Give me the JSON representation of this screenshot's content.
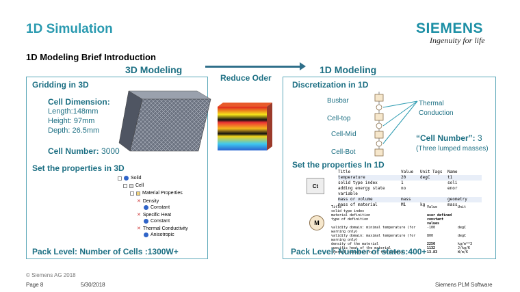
{
  "header": {
    "title": "1D Simulation",
    "brand": "SIEMENS",
    "tagline": "Ingenuity for life",
    "subtitle": "1D Modeling Brief Introduction"
  },
  "arrow": {
    "left_label": "3D Modeling",
    "center_label": "Reduce Oder",
    "right_label": "1D Modeling"
  },
  "left_panel": {
    "heading": "Gridding in 3D",
    "cell_dimension_label": "Cell Dimension",
    "length": "Length:148mm",
    "height": "Height: 97mm",
    "depth": "Depth:  26.5mm",
    "cell_number_label": "Cell Number:",
    "cell_number_value": "3000",
    "properties_heading": "Set the properties in 3D",
    "tree": [
      "Solid",
      "Cell",
      "Material Properties",
      "Density",
      "Constant",
      "Specific Heat",
      "Constant",
      "Thermal Conductivity",
      "Anisotropic"
    ],
    "pack_level": "Pack Level: Number of Cells :1300W+"
  },
  "right_panel": {
    "heading": "Discretization in 1D",
    "labels": [
      "Busbar",
      "Cell-top",
      "Cell-Mid",
      "Cell-Bot"
    ],
    "thermal_1": "Thermal",
    "thermal_2": "Conduction",
    "cell_number_label": "“Cell Number”:",
    "cell_number_value": "3",
    "lumped": "(Three lumped masses)",
    "properties_heading": "Set the properties In 1D",
    "table_head": [
      "Title",
      "Value",
      "Unit",
      "Tags",
      "Name"
    ],
    "table_rows": [
      [
        "temperature",
        "20",
        "degC",
        "",
        "t1"
      ],
      [
        "solid type index",
        "1",
        "",
        "",
        "soli"
      ],
      [
        "adding energy state variable",
        "no",
        "",
        "",
        "enor"
      ],
      [
        "mass or volume",
        "mass",
        "",
        "",
        "geometry"
      ],
      [
        "mass of material",
        "M1",
        "kg",
        "",
        "mass"
      ]
    ],
    "table2_head": [
      "Title",
      "Value",
      "Unit"
    ],
    "table2_rows": [
      [
        "solid type index",
        "",
        ""
      ],
      [
        "material definition",
        "user defined",
        ""
      ],
      [
        "type of definition",
        "constant values",
        ""
      ],
      [
        "validity domain: minimal temperature (for warning only)",
        "-100",
        "degC"
      ],
      [
        "validity domain: maximal temperature (for warning only)",
        "800",
        "degC"
      ],
      [
        "density of the material",
        "2250",
        "kg/m**3"
      ],
      [
        "specific heat of the material",
        "1132",
        "J/kg/K"
      ],
      [
        "thermal conductivity of the material",
        "13.83",
        "W/m/K"
      ]
    ],
    "icon_top": "Ct",
    "icon_bottom": "M",
    "pack_level": "Pack Level: Number of states:400+"
  },
  "footer": {
    "copyright": "© Siemens AG 2018",
    "page": "Page 8",
    "date": "5/30/2018",
    "company": "Siemens PLM Software"
  },
  "colors": {
    "accent": "#2a9ab0",
    "panel_border": "#5aa7b8",
    "dark_teal": "#1c6f83"
  }
}
